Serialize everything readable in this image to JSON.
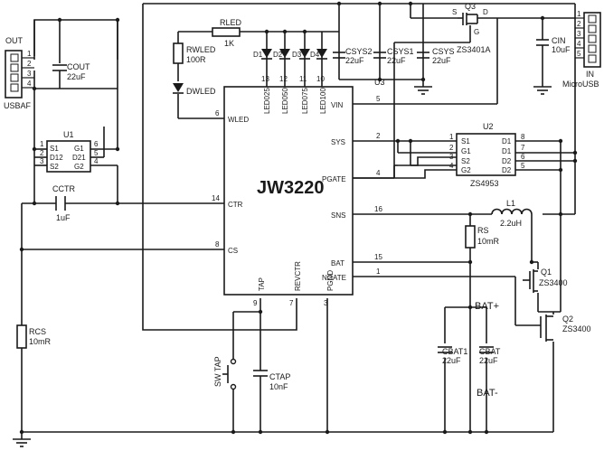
{
  "main_ic": {
    "name": "JW3220",
    "pins": {
      "wled": {
        "num": "6",
        "name": "WLED"
      },
      "ctr": {
        "num": "14",
        "name": "CTR"
      },
      "cs": {
        "num": "8",
        "name": "CS"
      },
      "vin": {
        "num": "5",
        "name": "VIN"
      },
      "sys": {
        "num": "2",
        "name": "SYS"
      },
      "pgate": {
        "num": "4",
        "name": "PGATE"
      },
      "sns": {
        "num": "16",
        "name": "SNS"
      },
      "bat": {
        "num": "15",
        "name": "BAT"
      },
      "ngate": {
        "num": "1",
        "name": "NGATE"
      },
      "tap": {
        "num": "9",
        "name": "TAP"
      },
      "revctr": {
        "num": "7",
        "name": "REVCTR"
      },
      "pgnd": {
        "num": "3",
        "name": "PGND"
      },
      "led025": {
        "num": "13",
        "name": "LED025"
      },
      "led050": {
        "num": "12",
        "name": "LED050"
      },
      "led075": {
        "num": "11",
        "name": "LED075"
      },
      "led100": {
        "num": "10",
        "name": "LED100"
      }
    }
  },
  "connectors": {
    "out": {
      "title": "OUT",
      "ref": "USBAF",
      "pins": [
        "1",
        "2",
        "3",
        "4"
      ]
    },
    "in": {
      "title": "IN",
      "ref": "MicroUSB",
      "pins": [
        "1",
        "2",
        "3",
        "4",
        "5"
      ]
    }
  },
  "u1": {
    "ref": "U1",
    "left": [
      "S1",
      "D12",
      "S2"
    ],
    "right": [
      "G1",
      "D21",
      "G2"
    ],
    "left_nums": [
      "1",
      "2",
      "3"
    ],
    "right_nums": [
      "6",
      "5",
      "4"
    ]
  },
  "u2": {
    "ref": "U2",
    "part": "ZS4953",
    "left": [
      "S1",
      "G1",
      "S2",
      "G2"
    ],
    "right": [
      "D1",
      "D1",
      "D2",
      "D2"
    ],
    "left_nums": [
      "1",
      "2",
      "3",
      "4"
    ],
    "right_nums": [
      "8",
      "7",
      "6",
      "5"
    ]
  },
  "u3": {
    "ref": "U3"
  },
  "q3": {
    "ref": "Q3",
    "part": "ZS3401A",
    "s": "S",
    "d": "D",
    "g": "G"
  },
  "q1": {
    "ref": "Q1",
    "part": "ZS3400"
  },
  "q2": {
    "ref": "Q2",
    "part": "ZS3400"
  },
  "parts": {
    "cout": {
      "ref": "COUT",
      "val": "22uF"
    },
    "cctr": {
      "ref": "CCTR",
      "val": "1uF"
    },
    "rcs": {
      "ref": "RCS",
      "val": "10mR"
    },
    "rwled": {
      "ref": "RWLED",
      "val": "100R"
    },
    "dwled": {
      "ref": "DWLED"
    },
    "rled": {
      "ref": "RLED",
      "val": "1K"
    },
    "csys2": {
      "ref": "CSYS2",
      "val": "22uF"
    },
    "csys1": {
      "ref": "CSYS1",
      "val": "22uF"
    },
    "csys": {
      "ref": "CSYS",
      "val": "22uF"
    },
    "cin": {
      "ref": "CIN",
      "val": "10uF"
    },
    "l1": {
      "ref": "L1",
      "val": "2.2uH"
    },
    "rs": {
      "ref": "RS",
      "val": "10mR"
    },
    "cbat1": {
      "ref": "CBAT1",
      "val": "22uF"
    },
    "cbat": {
      "ref": "CBAT",
      "val": "22uF"
    },
    "ctap": {
      "ref": "CTAP",
      "val": "10nF"
    },
    "swtap": {
      "ref": "SW TAP"
    }
  },
  "leds": [
    "D1",
    "D2",
    "D3",
    "D4"
  ],
  "nets": {
    "bat_plus": "BAT+",
    "bat_minus": "BAT-"
  }
}
